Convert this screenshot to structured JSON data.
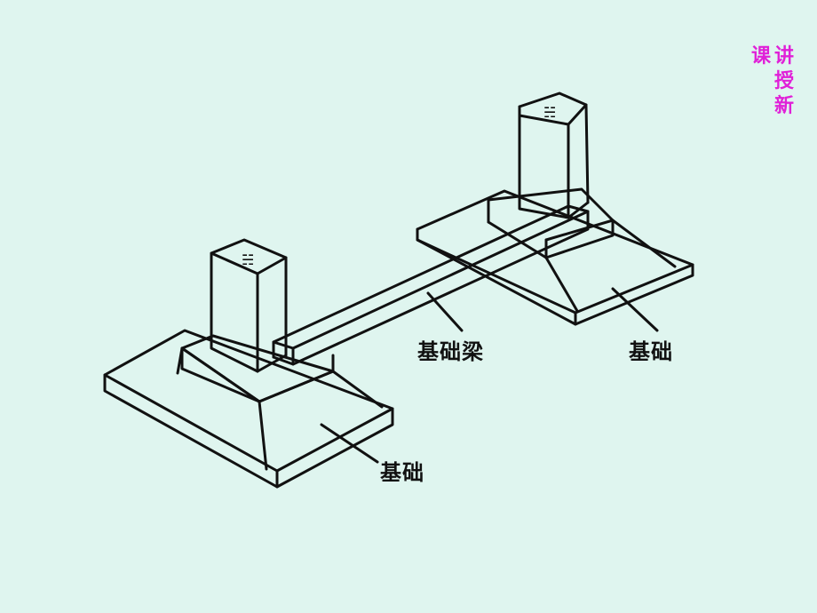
{
  "side_title": {
    "column_right": [
      "讲",
      "授",
      "新"
    ],
    "column_left": [
      "课"
    ]
  },
  "labels": {
    "beam": "基础梁",
    "foundation_right": "基础",
    "foundation_left": "基础"
  },
  "colors": {
    "background": "#dff5ef",
    "title": "#e020d8",
    "line": "#111111"
  }
}
